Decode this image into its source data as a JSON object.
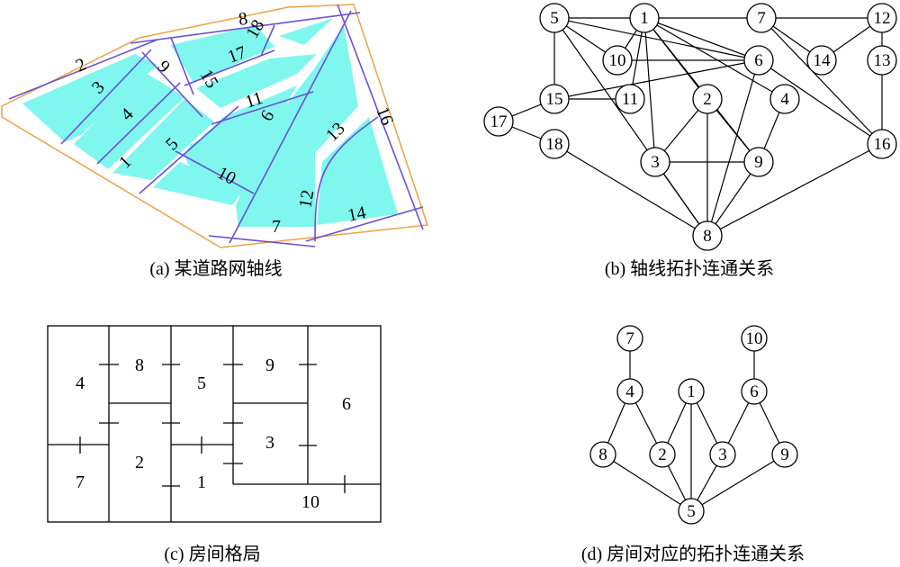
{
  "panel_a": {
    "caption": "(a) 某道路网轴线",
    "colors": {
      "boundary": "#f0a040",
      "block": "#7ff7ee",
      "axis": "#6a4fd8"
    },
    "axis_labels": [
      "1",
      "2",
      "3",
      "4",
      "5",
      "6",
      "7",
      "8",
      "9",
      "10",
      "11",
      "12",
      "13",
      "14",
      "15",
      "16",
      "17",
      "18"
    ]
  },
  "panel_b": {
    "caption": "(b) 轴线拓扑连通关系",
    "nodes": [
      "1",
      "2",
      "3",
      "4",
      "5",
      "6",
      "7",
      "8",
      "9",
      "10",
      "11",
      "12",
      "13",
      "14",
      "15",
      "16",
      "17",
      "18"
    ],
    "edges": [
      [
        "5",
        "1"
      ],
      [
        "1",
        "7"
      ],
      [
        "7",
        "12"
      ],
      [
        "5",
        "10"
      ],
      [
        "5",
        "15"
      ],
      [
        "5",
        "6"
      ],
      [
        "5",
        "8"
      ],
      [
        "1",
        "10"
      ],
      [
        "1",
        "6"
      ],
      [
        "1",
        "2"
      ],
      [
        "1",
        "3"
      ],
      [
        "1",
        "4"
      ],
      [
        "1",
        "11"
      ],
      [
        "1",
        "9"
      ],
      [
        "10",
        "6"
      ],
      [
        "15",
        "11"
      ],
      [
        "15",
        "6"
      ],
      [
        "7",
        "14"
      ],
      [
        "7",
        "16"
      ],
      [
        "12",
        "14"
      ],
      [
        "12",
        "13"
      ],
      [
        "13",
        "16"
      ],
      [
        "15",
        "17"
      ],
      [
        "17",
        "18"
      ],
      [
        "18",
        "8"
      ],
      [
        "6",
        "8"
      ],
      [
        "6",
        "16"
      ],
      [
        "2",
        "3"
      ],
      [
        "2",
        "9"
      ],
      [
        "2",
        "8"
      ],
      [
        "4",
        "9"
      ],
      [
        "3",
        "9"
      ],
      [
        "3",
        "8"
      ],
      [
        "9",
        "8"
      ],
      [
        "16",
        "8"
      ]
    ]
  },
  "panel_c": {
    "caption": "(c) 房间格局",
    "rooms": [
      "1",
      "2",
      "3",
      "4",
      "5",
      "6",
      "7",
      "8",
      "9",
      "10"
    ]
  },
  "panel_d": {
    "caption": "(d) 房间对应的拓扑连通关系",
    "nodes": [
      "1",
      "2",
      "3",
      "4",
      "5",
      "6",
      "7",
      "8",
      "9",
      "10"
    ],
    "edges": [
      [
        "7",
        "4"
      ],
      [
        "10",
        "6"
      ],
      [
        "4",
        "8"
      ],
      [
        "4",
        "2"
      ],
      [
        "1",
        "2"
      ],
      [
        "1",
        "3"
      ],
      [
        "1",
        "5"
      ],
      [
        "6",
        "3"
      ],
      [
        "6",
        "9"
      ],
      [
        "8",
        "5"
      ],
      [
        "2",
        "5"
      ],
      [
        "3",
        "5"
      ],
      [
        "9",
        "5"
      ]
    ]
  }
}
